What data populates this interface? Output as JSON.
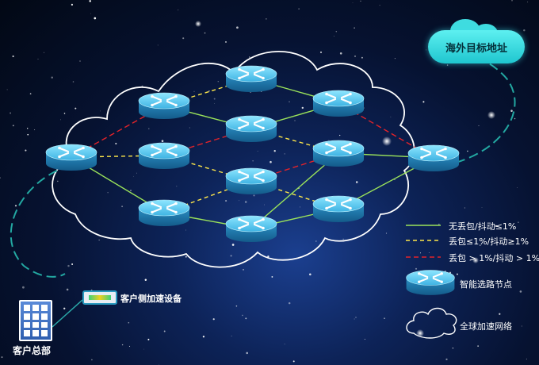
{
  "target_label": "海外目标地址",
  "hq_label": "客户总部",
  "device_label": "客户侧加速设备",
  "legend": {
    "green_label": "无丢包/抖动≤1%",
    "yellow_label": "丢包≤1%/抖动≥1%",
    "red_label": "丢包 > 1%/抖动 > 1%",
    "node_label": "智能选路节点",
    "cloud_label": "全球加速网络"
  },
  "colors": {
    "green": "#9be35a",
    "yellow": "#ffe84a",
    "red": "#e2232a",
    "teal": "#23a8a2",
    "router_top": "#6fd6f5",
    "router_side": "#1f7fb4"
  },
  "nodes": [
    {
      "id": "L"
    },
    {
      "id": "A1"
    },
    {
      "id": "A2"
    },
    {
      "id": "A3"
    },
    {
      "id": "B1"
    },
    {
      "id": "B2"
    },
    {
      "id": "B3"
    },
    {
      "id": "B4"
    },
    {
      "id": "C1"
    },
    {
      "id": "C2"
    },
    {
      "id": "C3"
    },
    {
      "id": "R"
    }
  ],
  "edges": [
    {
      "from": "L",
      "to": "A1",
      "type": "red"
    },
    {
      "from": "L",
      "to": "A2",
      "type": "yellow"
    },
    {
      "from": "L",
      "to": "A3",
      "type": "green"
    },
    {
      "from": "A1",
      "to": "B1",
      "type": "yellow"
    },
    {
      "from": "A1",
      "to": "B2",
      "type": "green"
    },
    {
      "from": "A2",
      "to": "B2",
      "type": "red"
    },
    {
      "from": "A2",
      "to": "B3",
      "type": "yellow"
    },
    {
      "from": "A3",
      "to": "B3",
      "type": "yellow"
    },
    {
      "from": "A3",
      "to": "B4",
      "type": "green"
    },
    {
      "from": "B1",
      "to": "C1",
      "type": "green"
    },
    {
      "from": "B2",
      "to": "C1",
      "type": "green"
    },
    {
      "from": "B2",
      "to": "C2",
      "type": "yellow"
    },
    {
      "from": "B3",
      "to": "C2",
      "type": "red"
    },
    {
      "from": "B3",
      "to": "C3",
      "type": "yellow"
    },
    {
      "from": "B4",
      "to": "C2",
      "type": "green"
    },
    {
      "from": "B4",
      "to": "C3",
      "type": "green"
    },
    {
      "from": "C1",
      "to": "R",
      "type": "red"
    },
    {
      "from": "C2",
      "to": "R",
      "type": "green"
    },
    {
      "from": "C3",
      "to": "R",
      "type": "green"
    }
  ]
}
